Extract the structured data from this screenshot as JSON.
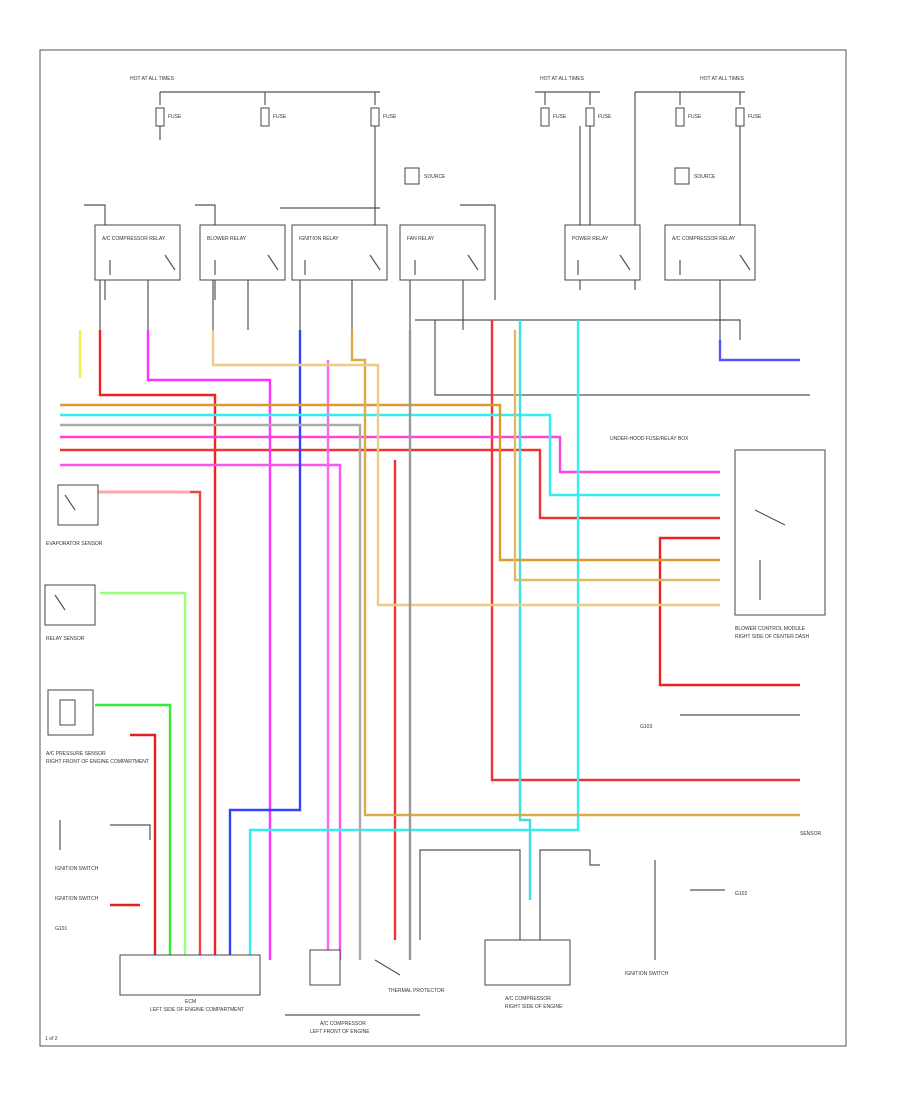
{
  "fuse_headers": {
    "left": "HOT AT ALL TIMES",
    "middle": "HOT AT ALL TIMES",
    "right": "HOT AT ALL TIMES"
  },
  "fuse_labels": [
    "FUSE",
    "FUSE",
    "FUSE",
    "FUSE",
    "FUSE",
    "FUSE",
    "FUSE"
  ],
  "relay_labels": {
    "r1": "A/C COMPRESSOR RELAY",
    "r2": "BLOWER RELAY",
    "r3": "IGNITION RELAY",
    "r4": "FAN RELAY",
    "r5": "POWER RELAY",
    "r6": "A/C COMPRESSOR RELAY"
  },
  "junction_box_label": "UNDER-HOOD FUSE/RELAY BOX",
  "components": {
    "ecm": "ECM",
    "ecm_sub": "LEFT SIDE OF ENGINE COMPARTMENT",
    "compressor_clutch": "A/C COMPRESSOR",
    "compressor_clutch_sub": "LEFT FRONT OF ENGINE",
    "thermal_protector": "THERMAL PROTECTOR",
    "compressor_motor": "A/C COMPRESSOR",
    "compressor_motor_sub": "RIGHT SIDE OF ENGINE",
    "ignition_switch": "IGNITION SWITCH",
    "ignition_sw_sub": "IGNITION SWITCH",
    "pressure_sensor": "A/C PRESSURE SENSOR",
    "pressure_sensor_sub": "RIGHT FRONT OF ENGINE COMPARTMENT",
    "blower_control": "BLOWER CONTROL MODULE",
    "blower_control_sub": "RIGHT SIDE OF CENTER DASH",
    "sensor_left": "EVAPORATOR SENSOR",
    "sensor_right": "RELAY SENSOR"
  },
  "ground_labels": [
    "G101",
    "G102",
    "G103"
  ],
  "page_number": "1 of 2"
}
